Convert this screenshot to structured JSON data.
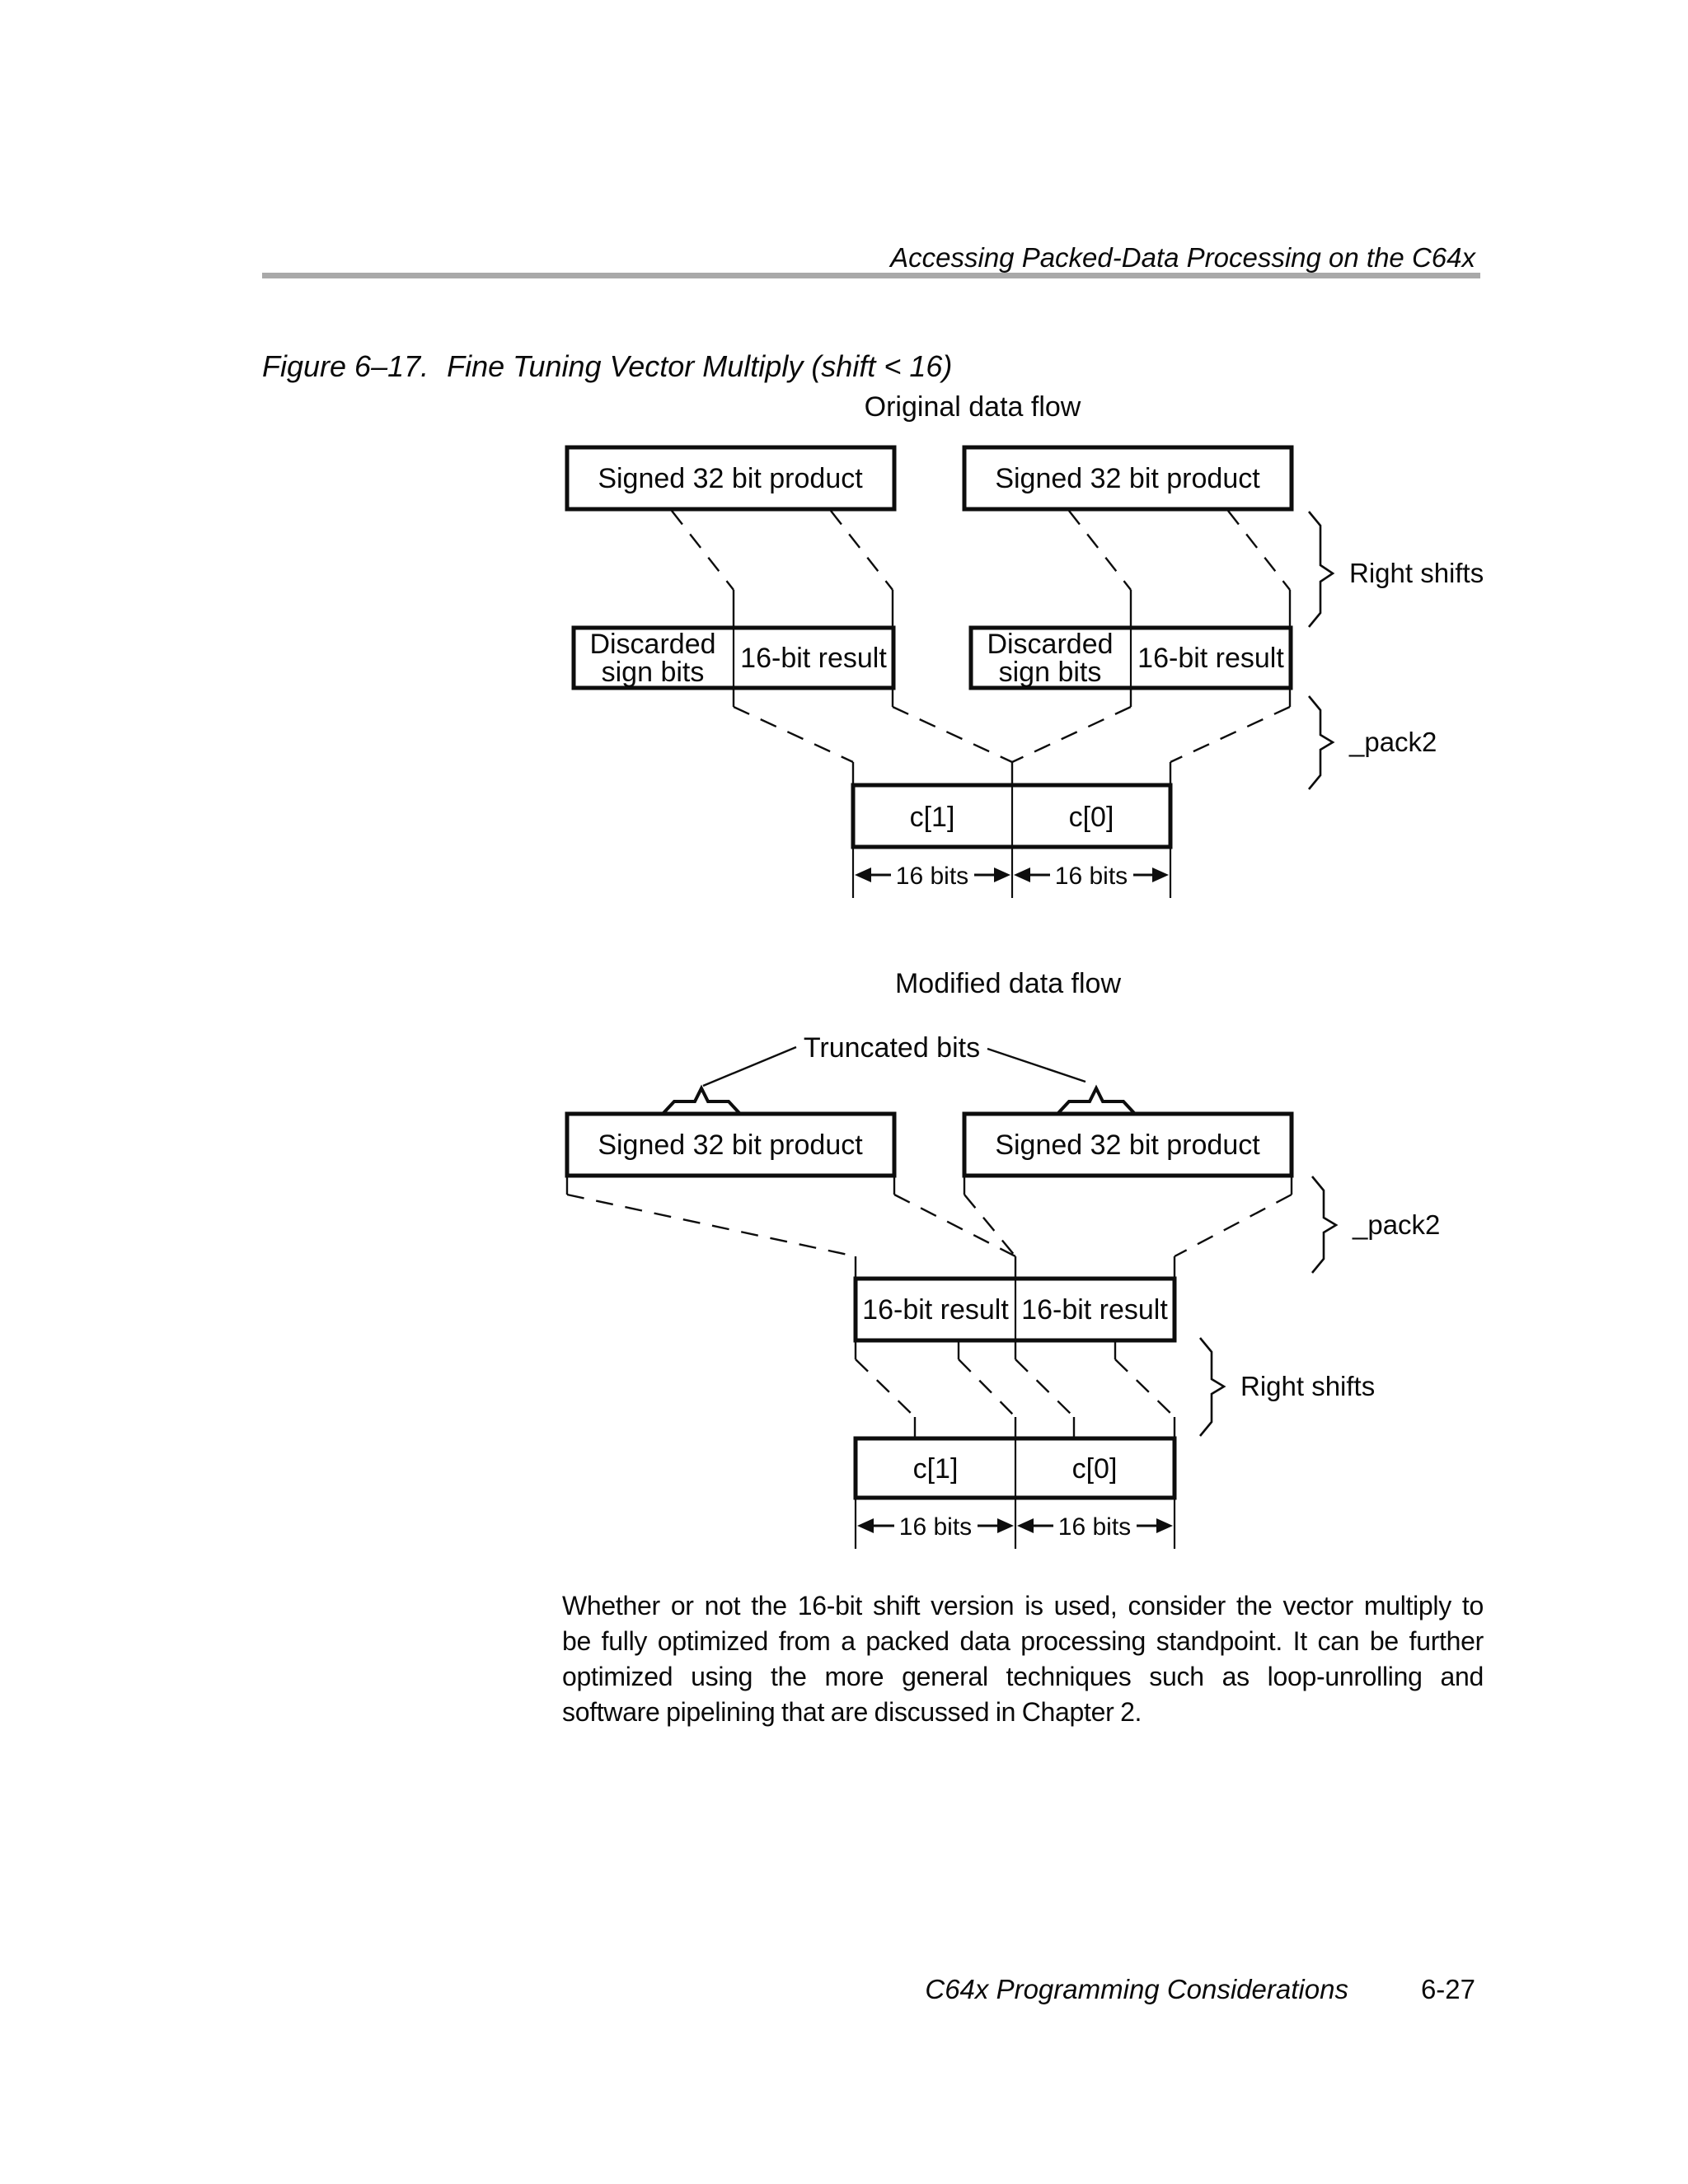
{
  "header": {
    "running_title": "Accessing Packed-Data Processing on the C64x"
  },
  "figure": {
    "label": "Figure 6–17.",
    "title": "Fine Tuning Vector Multiply (shift < 16)"
  },
  "diagram_original": {
    "title": "Original data flow",
    "product_label": "Signed 32 bit product",
    "discarded_line1": "Discarded",
    "discarded_line2": "sign bits",
    "result_label": "16-bit result",
    "right_shifts_label": "Right shifts",
    "pack2_label": "_pack2",
    "c1_label": "c[1]",
    "c0_label": "c[0]",
    "bits_label": "16 bits"
  },
  "diagram_modified": {
    "title": "Modified data flow",
    "truncated_label": "Truncated bits",
    "product_label": "Signed 32 bit product",
    "result_label": "16-bit result",
    "pack2_label": "_pack2",
    "right_shifts_label": "Right shifts",
    "c1_label": "c[1]",
    "c0_label": "c[0]",
    "bits_label": "16 bits"
  },
  "paragraph": {
    "lines": [
      "Whether or not the 16-bit shift version is used, consider the vector multiply to",
      "be fully optimized from a packed data processing standpoint. It can be further",
      "optimized using the more general techniques such as loop-unrolling and",
      "software pipelining that are discussed in Chapter 2."
    ]
  },
  "footer": {
    "book_title": "C64x Programming Considerations",
    "page_number": "6-27"
  }
}
